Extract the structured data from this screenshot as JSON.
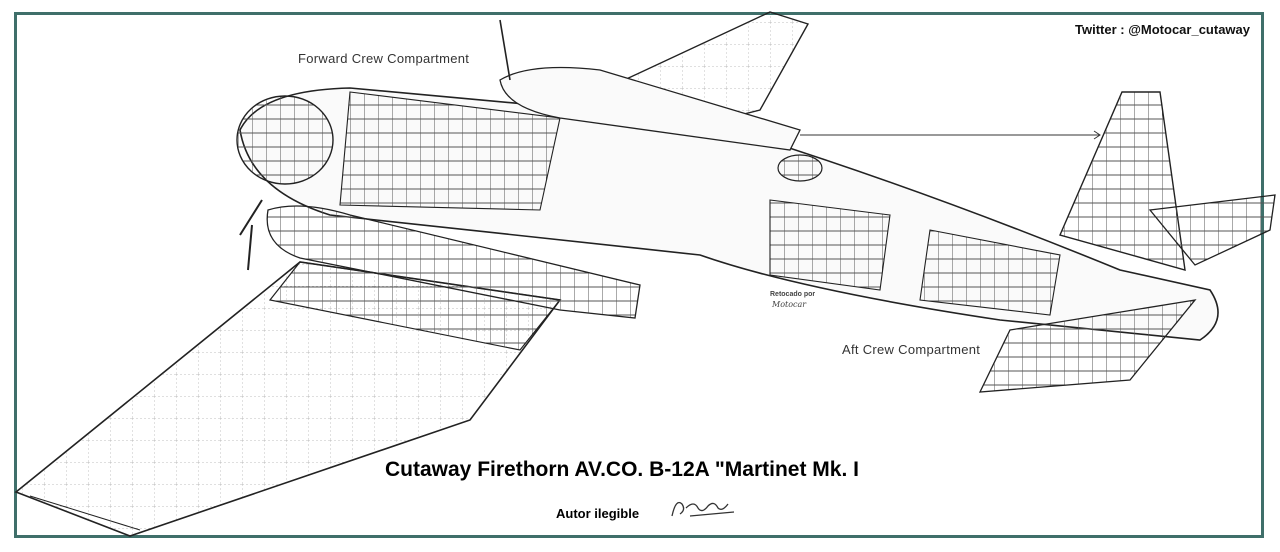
{
  "header": {
    "twitter_handle": "Twitter :  @Motocar_cutaway"
  },
  "labels": {
    "forward_compartment": "Forward Crew Compartment",
    "aft_compartment": "Aft Crew Compartment",
    "retouched_by": "Retocado por",
    "retouched_signature": "Motocar"
  },
  "caption": {
    "title": "Cutaway Firethorn AV.CO. B-12A \"Martinet Mk. I",
    "author": "Autor ilegible"
  },
  "colors": {
    "frame": "#3f6f6a",
    "ink": "#333333"
  }
}
